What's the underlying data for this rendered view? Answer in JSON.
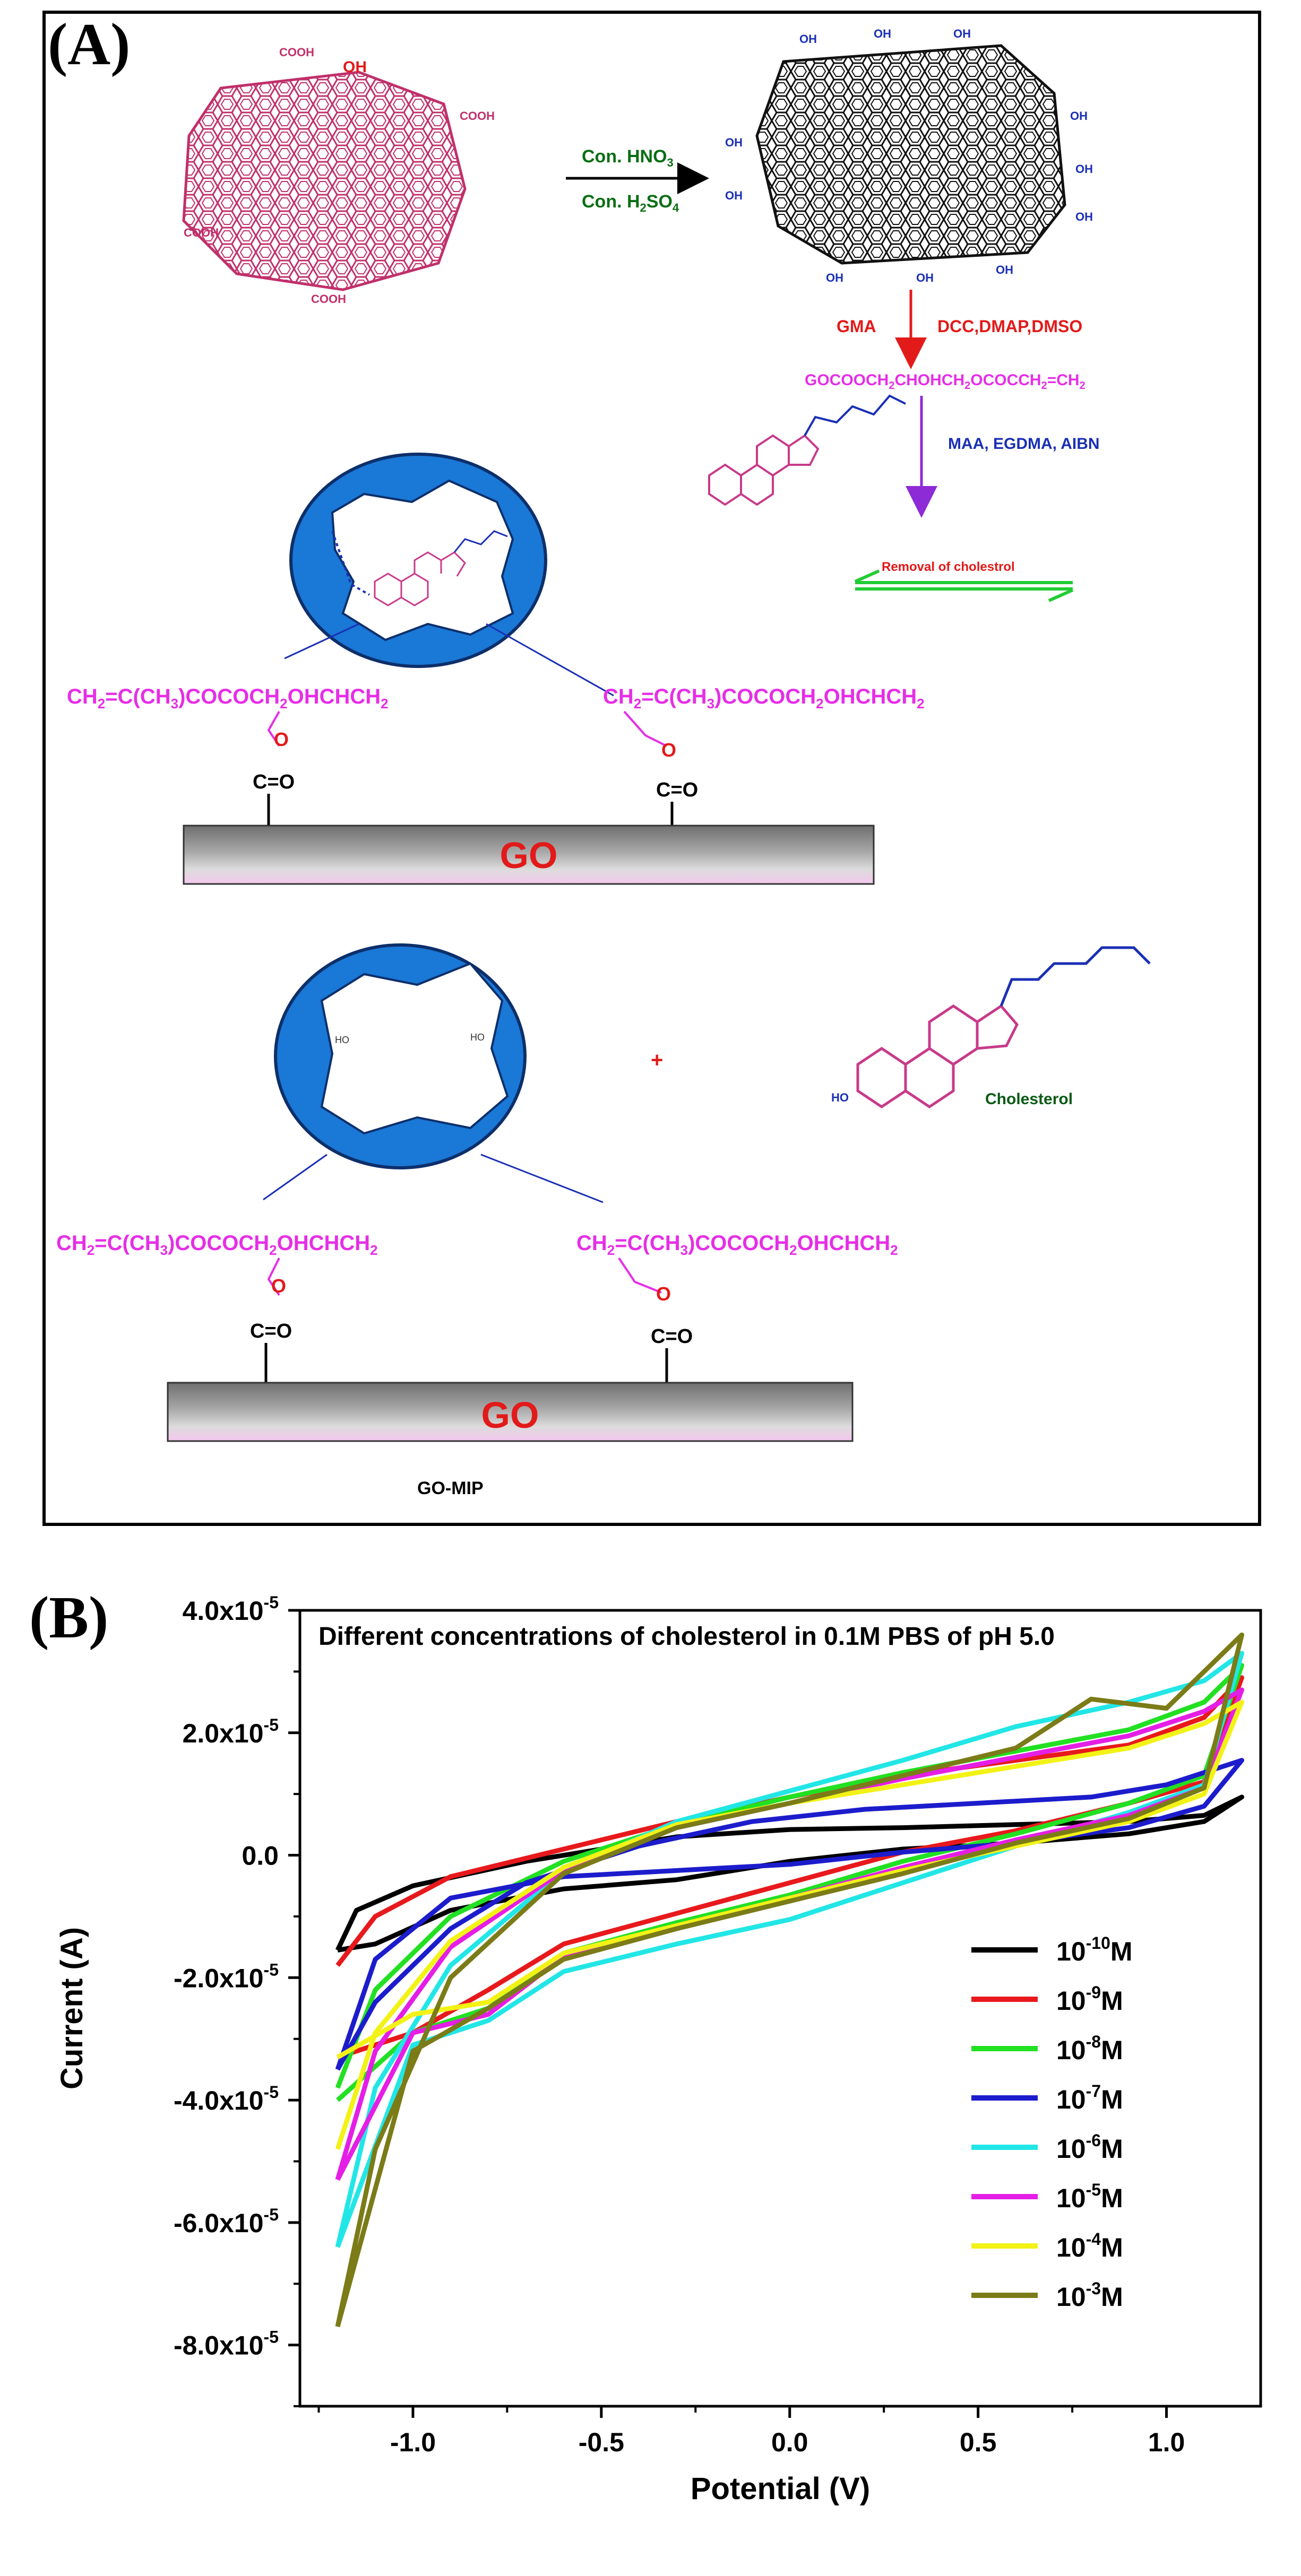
{
  "panelA": {
    "label": "(A)",
    "acid_reagent_1": "Con. HNO",
    "acid_reagent_2": "Con. H",
    "acid_reagent_2b": "SO",
    "gma": "GMA",
    "coupling": "DCC,DMAP,DMSO",
    "gma_product": "GOCOOCH",
    "gma_product_b": "CHOHCH",
    "gma_product_c": "OCOCCH",
    "gma_product_d": "=CH",
    "polymerization": "MAA, EGDMA, AIBN",
    "removal": "Removal of cholestrol",
    "linker_left": "CH",
    "linker_mid": "=C(CH",
    "linker_end": ")COCOCH",
    "linker_tail": "OHCHCH",
    "carbonyl_o": "O",
    "carbonyl": "C=O",
    "substrate": "GO",
    "product_label": "GO-MIP",
    "plus": "+",
    "cholesterol_label": "Cholesterol",
    "oh": "OH",
    "cooh": "COOH",
    "ho": "HO",
    "ch3": "CH",
    "ch2": "CH",
    "ch": "CH"
  },
  "panelB": {
    "label": "(B)"
  },
  "chart_data": {
    "type": "line",
    "title": "Different concentrations of cholesterol in 0.1M PBS of pH 5.0",
    "xlabel": "Potential (V)",
    "ylabel": "Current (A)",
    "xlim": [
      -1.3,
      1.25
    ],
    "ylim": [
      -9e-05,
      4e-05
    ],
    "xticks": [
      "-1.0",
      "-0.5",
      "0.0",
      "0.5",
      "1.0"
    ],
    "xtick_values": [
      -1.0,
      -0.5,
      0.0,
      0.5,
      1.0
    ],
    "yticks": [
      "4.0x10",
      "2.0x10",
      "0.0",
      "-2.0x10",
      "-4.0x10",
      "-6.0x10",
      "-8.0x10"
    ],
    "ytick_exp": [
      "-5",
      "-5",
      "",
      "-5",
      "-5",
      "-5",
      "-5"
    ],
    "ytick_values": [
      4e-05,
      2e-05,
      0.0,
      -2e-05,
      -4e-05,
      -6e-05,
      -8e-05
    ],
    "legend_position": "right",
    "series": [
      {
        "name": "10",
        "exp": "-10",
        "unit": "M",
        "color": "#000000",
        "forward": [
          [
            -1.2,
            -1.55e-05
          ],
          [
            -1.15,
            -9e-06
          ],
          [
            -1.0,
            -5e-06
          ],
          [
            -0.7,
            -1e-06
          ],
          [
            -0.3,
            3e-06
          ],
          [
            0.0,
            4.2e-06
          ],
          [
            0.3,
            4.5e-06
          ],
          [
            0.6,
            5e-06
          ],
          [
            0.9,
            5.5e-06
          ],
          [
            1.1,
            6.5e-06
          ],
          [
            1.2,
            9.5e-06
          ]
        ],
        "reverse": [
          [
            1.2,
            9.5e-06
          ],
          [
            1.1,
            5.5e-06
          ],
          [
            0.9,
            3.5e-06
          ],
          [
            0.6,
            2e-06
          ],
          [
            0.3,
            1e-06
          ],
          [
            0.0,
            -1e-06
          ],
          [
            -0.3,
            -4e-06
          ],
          [
            -0.6,
            -5.5e-06
          ],
          [
            -0.9,
            -9e-06
          ],
          [
            -1.1,
            -1.45e-05
          ],
          [
            -1.2,
            -1.55e-05
          ]
        ]
      },
      {
        "name": "10",
        "exp": "-9",
        "unit": "M",
        "color": "#e8191c",
        "forward": [
          [
            -1.2,
            -1.8e-05
          ],
          [
            -1.1,
            -1e-05
          ],
          [
            -0.9,
            -3.5e-06
          ],
          [
            -0.6,
            1e-06
          ],
          [
            -0.3,
            5.5e-06
          ],
          [
            0.0,
            9.5e-06
          ],
          [
            0.3,
            1.3e-05
          ],
          [
            0.6,
            1.55e-05
          ],
          [
            0.9,
            1.8e-05
          ],
          [
            1.1,
            2.25e-05
          ],
          [
            1.2,
            2.9e-05
          ]
        ],
        "reverse": [
          [
            1.2,
            2.9e-05
          ],
          [
            1.1,
            1.2e-05
          ],
          [
            0.9,
            8.5e-06
          ],
          [
            0.6,
            4e-06
          ],
          [
            0.3,
            5e-07
          ],
          [
            0.0,
            -4.5e-06
          ],
          [
            -0.3,
            -9.5e-06
          ],
          [
            -0.6,
            -1.45e-05
          ],
          [
            -0.8,
            -2.2e-05
          ],
          [
            -1.0,
            -2.9e-05
          ],
          [
            -1.2,
            -3.3e-05
          ]
        ]
      },
      {
        "name": "10",
        "exp": "-8",
        "unit": "M",
        "color": "#22e022",
        "forward": [
          [
            -1.2,
            -3.8e-05
          ],
          [
            -1.1,
            -2.2e-05
          ],
          [
            -0.9,
            -1e-05
          ],
          [
            -0.6,
            -1e-06
          ],
          [
            -0.3,
            5e-06
          ],
          [
            0.0,
            9.5e-06
          ],
          [
            0.3,
            1.35e-05
          ],
          [
            0.6,
            1.7e-05
          ],
          [
            0.9,
            2.05e-05
          ],
          [
            1.1,
            2.5e-05
          ],
          [
            1.2,
            3.1e-05
          ]
        ],
        "reverse": [
          [
            1.2,
            3.1e-05
          ],
          [
            1.1,
            1.3e-05
          ],
          [
            0.9,
            8.5e-06
          ],
          [
            0.6,
            3.5e-06
          ],
          [
            0.3,
            -1e-06
          ],
          [
            0.0,
            -6.5e-06
          ],
          [
            -0.3,
            -1.1e-05
          ],
          [
            -0.6,
            -1.6e-05
          ],
          [
            -0.8,
            -2.5e-05
          ],
          [
            -1.0,
            -2.9e-05
          ],
          [
            -1.2,
            -4e-05
          ]
        ]
      },
      {
        "name": "10",
        "exp": "-7",
        "unit": "M",
        "color": "#1c1ccc",
        "forward": [
          [
            -1.2,
            -3.5e-05
          ],
          [
            -1.1,
            -2.4e-05
          ],
          [
            -0.9,
            -1.2e-05
          ],
          [
            -0.7,
            -4.5e-06
          ],
          [
            -0.4,
            1.5e-06
          ],
          [
            -0.1,
            5.5e-06
          ],
          [
            0.2,
            7.5e-06
          ],
          [
            0.5,
            8.5e-06
          ],
          [
            0.8,
            9.5e-06
          ],
          [
            1.0,
            1.15e-05
          ],
          [
            1.2,
            1.55e-05
          ]
        ],
        "reverse": [
          [
            1.2,
            1.55e-05
          ],
          [
            1.1,
            8e-06
          ],
          [
            0.9,
            4.5e-06
          ],
          [
            0.6,
            2e-06
          ],
          [
            0.3,
            5e-07
          ],
          [
            0.0,
            -1.5e-06
          ],
          [
            -0.3,
            -2.5e-06
          ],
          [
            -0.6,
            -3.5e-06
          ],
          [
            -0.9,
            -7e-06
          ],
          [
            -1.1,
            -1.7e-05
          ],
          [
            -1.2,
            -3.5e-05
          ]
        ]
      },
      {
        "name": "10",
        "exp": "-6",
        "unit": "M",
        "color": "#22e6e6",
        "forward": [
          [
            -1.2,
            -6.4e-05
          ],
          [
            -1.1,
            -3.8e-05
          ],
          [
            -0.9,
            -1.8e-05
          ],
          [
            -0.6,
            -2.5e-06
          ],
          [
            -0.3,
            5.5e-06
          ],
          [
            0.0,
            1.05e-05
          ],
          [
            0.3,
            1.55e-05
          ],
          [
            0.6,
            2.1e-05
          ],
          [
            0.9,
            2.5e-05
          ],
          [
            1.1,
            2.85e-05
          ],
          [
            1.2,
            3.3e-05
          ]
        ],
        "reverse": [
          [
            1.2,
            3.3e-05
          ],
          [
            1.1,
            1.15e-05
          ],
          [
            0.9,
            7e-06
          ],
          [
            0.6,
            1.5e-06
          ],
          [
            0.3,
            -4.5e-06
          ],
          [
            0.0,
            -1.05e-05
          ],
          [
            -0.3,
            -1.45e-05
          ],
          [
            -0.6,
            -1.9e-05
          ],
          [
            -0.8,
            -2.7e-05
          ],
          [
            -1.0,
            -3.1e-05
          ],
          [
            -1.2,
            -6.4e-05
          ]
        ]
      },
      {
        "name": "10",
        "exp": "-5",
        "unit": "M",
        "color": "#e51ee5",
        "forward": [
          [
            -1.2,
            -5.3e-05
          ],
          [
            -1.1,
            -3.2e-05
          ],
          [
            -0.9,
            -1.5e-05
          ],
          [
            -0.6,
            -2.5e-06
          ],
          [
            -0.3,
            4.5e-06
          ],
          [
            0.0,
            8.5e-06
          ],
          [
            0.3,
            1.25e-05
          ],
          [
            0.6,
            1.6e-05
          ],
          [
            0.9,
            1.95e-05
          ],
          [
            1.1,
            2.35e-05
          ],
          [
            1.2,
            2.7e-05
          ]
        ],
        "reverse": [
          [
            1.2,
            2.7e-05
          ],
          [
            1.1,
            1.1e-05
          ],
          [
            0.9,
            6.5e-06
          ],
          [
            0.6,
            2.5e-06
          ],
          [
            0.3,
            -2e-06
          ],
          [
            0.0,
            -7e-06
          ],
          [
            -0.3,
            -1.15e-05
          ],
          [
            -0.6,
            -1.65e-05
          ],
          [
            -0.8,
            -2.6e-05
          ],
          [
            -1.0,
            -2.9e-05
          ],
          [
            -1.2,
            -5.3e-05
          ]
        ]
      },
      {
        "name": "10",
        "exp": "-4",
        "unit": "M",
        "color": "#f2f216",
        "forward": [
          [
            -1.2,
            -4.8e-05
          ],
          [
            -1.1,
            -2.9e-05
          ],
          [
            -0.9,
            -1.4e-05
          ],
          [
            -0.6,
            -2e-06
          ],
          [
            -0.3,
            5e-06
          ],
          [
            0.0,
            8.5e-06
          ],
          [
            0.3,
            1.15e-05
          ],
          [
            0.6,
            1.45e-05
          ],
          [
            0.9,
            1.75e-05
          ],
          [
            1.1,
            2.15e-05
          ],
          [
            1.2,
            2.5e-05
          ]
        ],
        "reverse": [
          [
            1.2,
            2.5e-05
          ],
          [
            1.1,
            1e-05
          ],
          [
            0.9,
            5.5e-06
          ],
          [
            0.6,
            1.5e-06
          ],
          [
            0.3,
            -2.5e-06
          ],
          [
            0.0,
            -7e-06
          ],
          [
            -0.3,
            -1.15e-05
          ],
          [
            -0.6,
            -1.6e-05
          ],
          [
            -0.8,
            -2.4e-05
          ],
          [
            -1.0,
            -2.6e-05
          ],
          [
            -1.2,
            -3.3e-05
          ]
        ]
      },
      {
        "name": "10",
        "exp": "-3",
        "unit": "M",
        "color": "#7b7b18",
        "forward": [
          [
            -1.2,
            -7.7e-05
          ],
          [
            -1.1,
            -4.8e-05
          ],
          [
            -0.9,
            -2e-05
          ],
          [
            -0.6,
            -3e-06
          ],
          [
            -0.3,
            4.5e-06
          ],
          [
            0.0,
            8.5e-06
          ],
          [
            0.3,
            1.3e-05
          ],
          [
            0.6,
            1.75e-05
          ],
          [
            0.8,
            2.55e-05
          ],
          [
            1.0,
            2.4e-05
          ],
          [
            1.2,
            3.6e-05
          ]
        ],
        "reverse": [
          [
            1.2,
            3.6e-05
          ],
          [
            1.1,
            1.1e-05
          ],
          [
            0.9,
            6e-06
          ],
          [
            0.6,
            2e-06
          ],
          [
            0.3,
            -3e-06
          ],
          [
            0.0,
            -7.5e-06
          ],
          [
            -0.3,
            -1.2e-05
          ],
          [
            -0.6,
            -1.7e-05
          ],
          [
            -0.8,
            -2.5e-05
          ],
          [
            -1.0,
            -3.2e-05
          ],
          [
            -1.2,
            -7.7e-05
          ]
        ]
      }
    ]
  }
}
